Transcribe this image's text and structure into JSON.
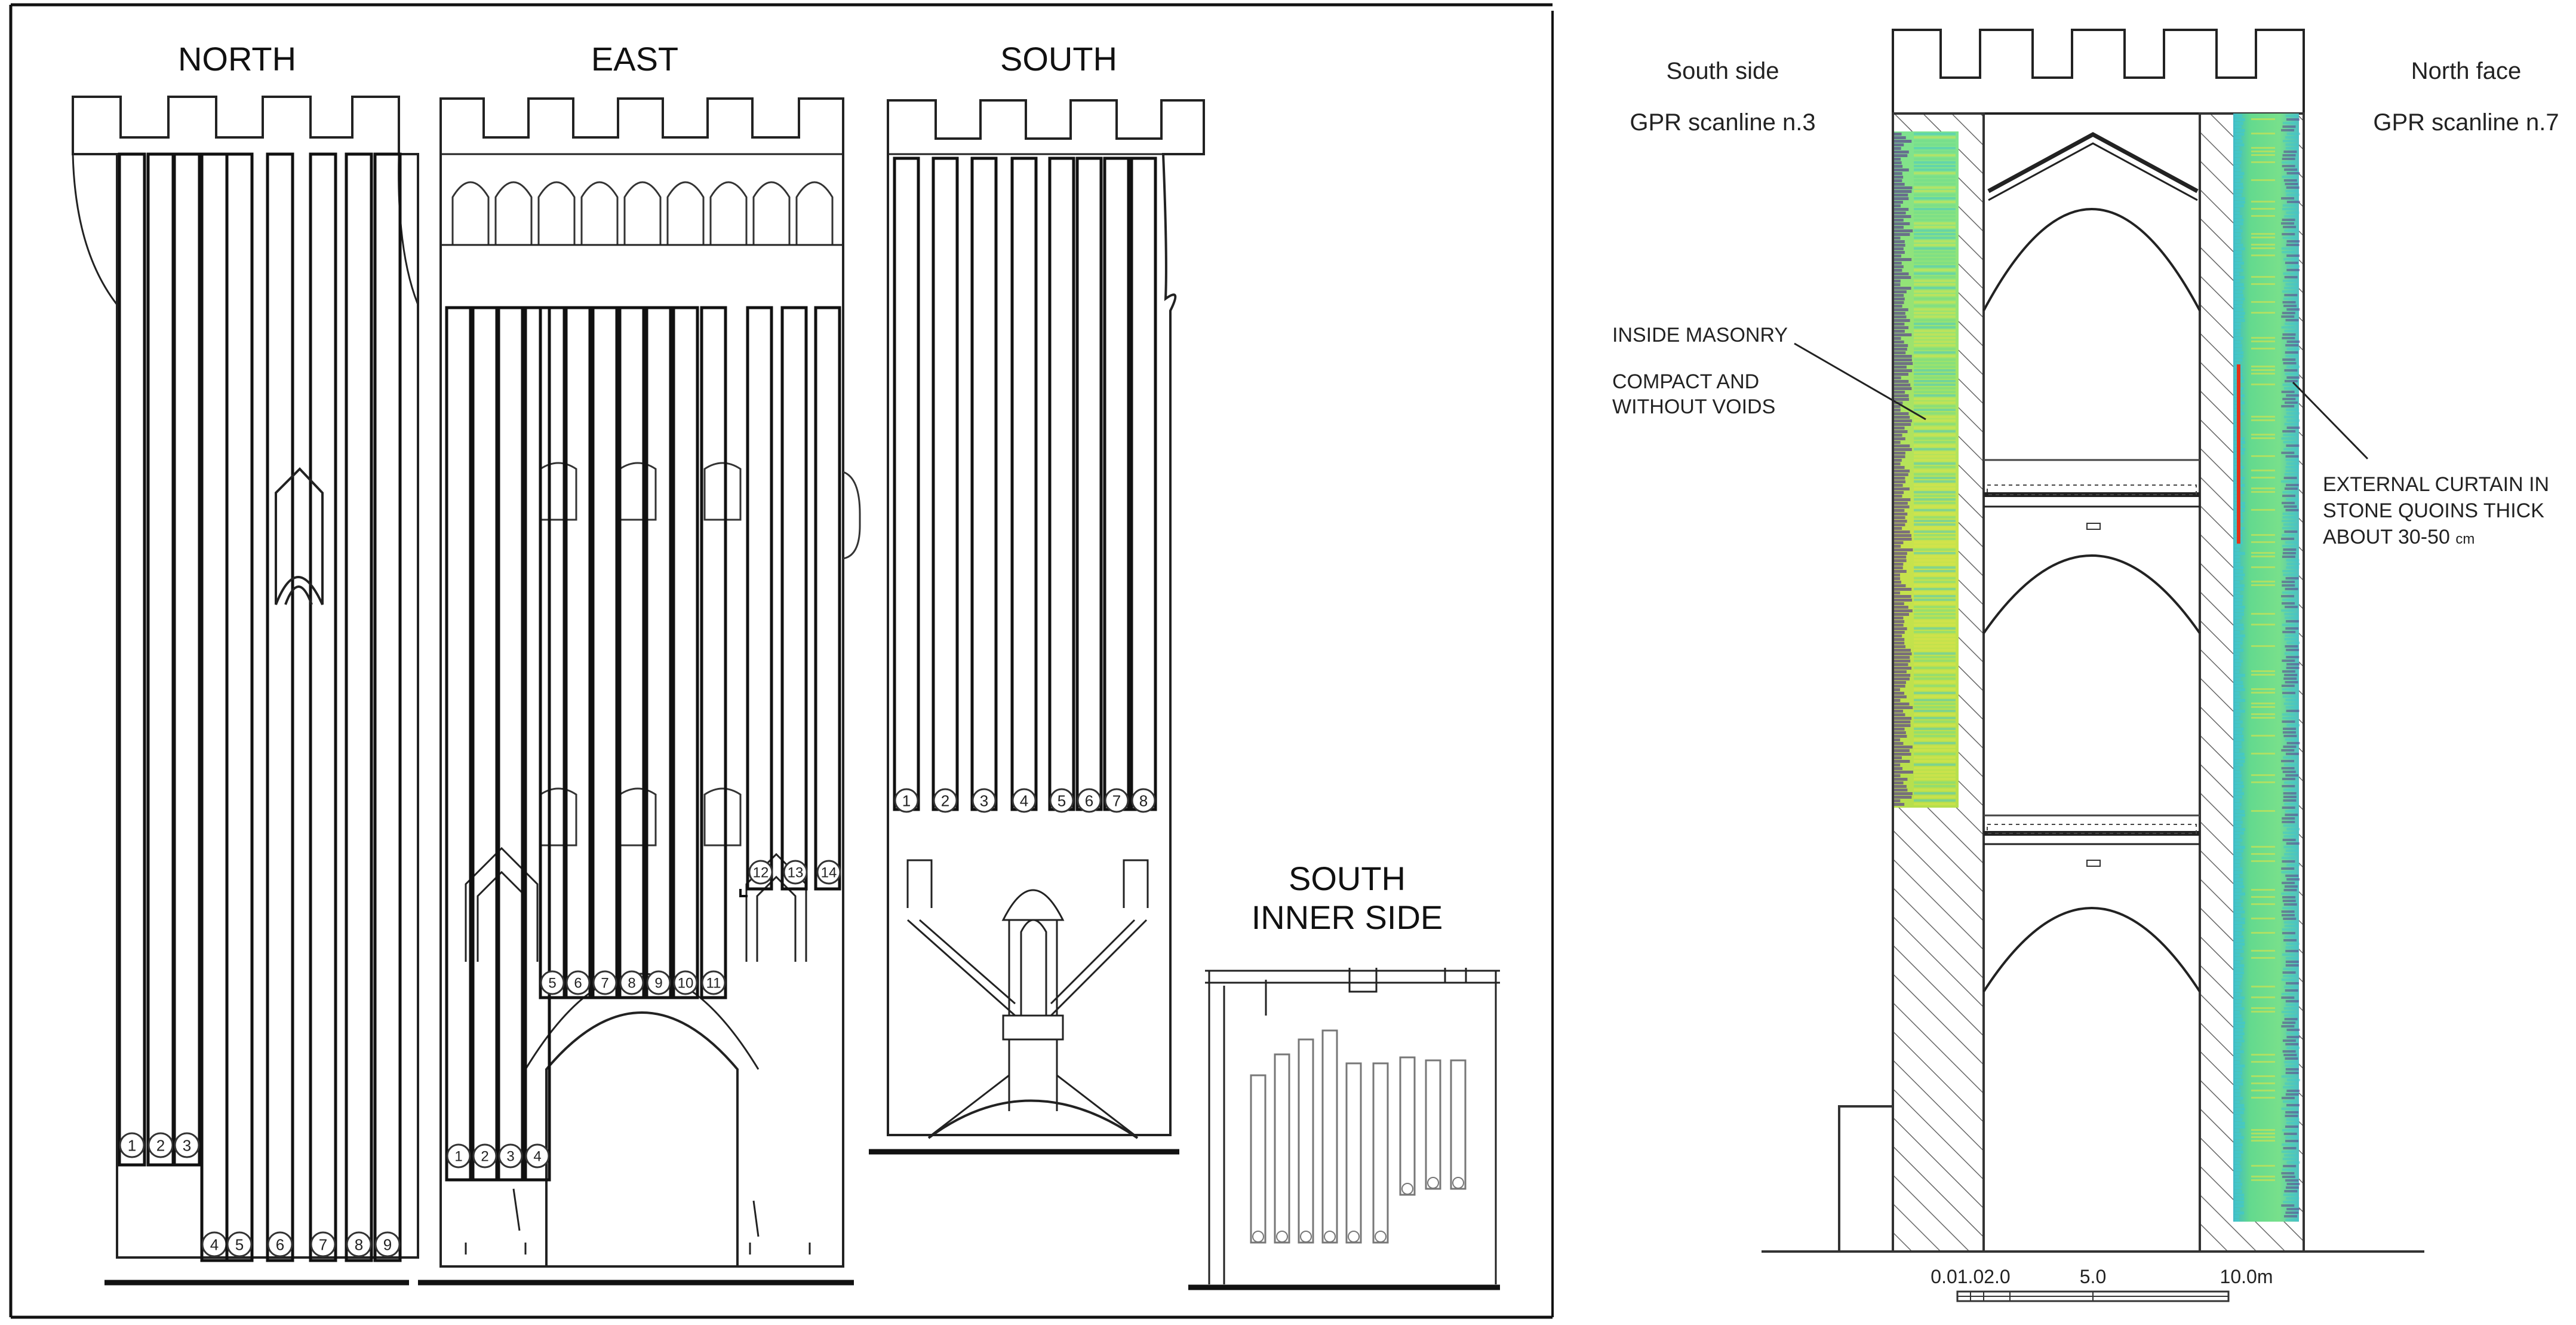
{
  "left_panel": {
    "views": {
      "north": {
        "title": "NORTH",
        "labels": [
          "1",
          "2",
          "3",
          "4",
          "5",
          "6",
          "7",
          "8",
          "9"
        ]
      },
      "east": {
        "title": "EAST",
        "labels": [
          "1",
          "2",
          "3",
          "4",
          "5",
          "6",
          "7",
          "8",
          "9",
          "10",
          "11",
          "12",
          "13",
          "14"
        ]
      },
      "south": {
        "title": "SOUTH",
        "labels": [
          "1",
          "2",
          "3",
          "4",
          "5",
          "6",
          "7",
          "8"
        ]
      },
      "south_inner": {
        "title_line1": "SOUTH",
        "title_line2": "INNER SIDE"
      }
    }
  },
  "right_panel": {
    "south_side": {
      "title": "South side",
      "subtitle": "GPR scanline n.3"
    },
    "north_face": {
      "title": "North face",
      "subtitle": "GPR scanline n.7"
    },
    "annotation_left": {
      "line1": "INSIDE MASONRY",
      "line2": "COMPACT AND",
      "line3": "WITHOUT VOIDS"
    },
    "annotation_right": {
      "line1": "EXTERNAL CURTAIN IN",
      "line2": "STONE QUOINS THICK",
      "line3": "ABOUT 30-50",
      "unit": "cm"
    },
    "scale_bar": {
      "ticks": [
        "0.01.02.0",
        "5.0",
        "10.0m"
      ]
    }
  },
  "colors": {
    "gpr_base": "#6fdc8c",
    "gpr_cyan": "#43c7c9",
    "gpr_yellow": "#d9e34a",
    "gpr_purple": "#5b3f8e",
    "gpr_red": "#e2331a",
    "hatch": "#555555"
  }
}
